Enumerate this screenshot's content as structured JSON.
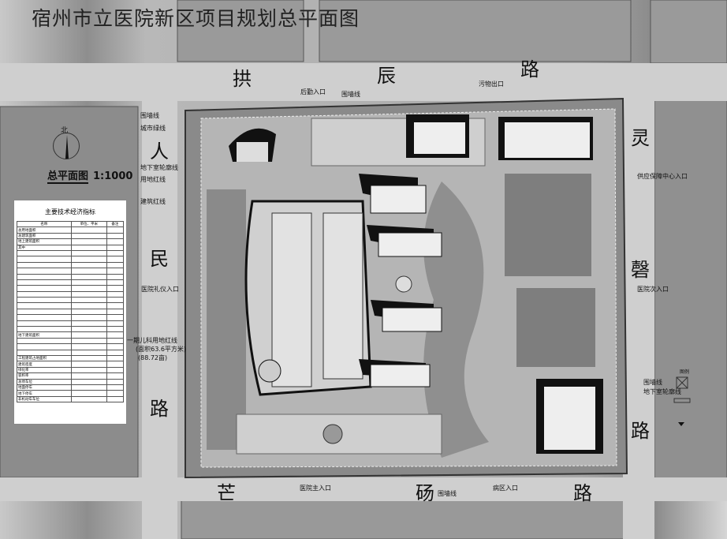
{
  "title": "宿州市立医院新区项目规划总平面图",
  "roads": {
    "north": [
      "拱",
      "辰",
      "路"
    ],
    "west": [
      "人",
      "民",
      "路"
    ],
    "east": [
      "灵",
      "磬",
      "路"
    ],
    "south": [
      "芒",
      "砀",
      "路"
    ]
  },
  "north_arrow": "北",
  "scale": {
    "label": "总平面图",
    "ratio": "1:1000"
  },
  "labels": {
    "logistics_entrance": "后勤入口",
    "wall_line_top": "围墙线",
    "waste_exit": "污物出口",
    "wall_line": "围墙线",
    "city_green_line": "城市绿线",
    "basement_outline": "地下室轮廓线",
    "land_red_line": "用地红线",
    "building_red_line": "建筑红线",
    "ceremonial_entrance": "医院礼仪入口",
    "pediatric_line": "一期儿科用地红线",
    "pediatric_area": "(面积63.6平方米)",
    "pediatric_area2": "(88.72亩)",
    "supply_center_entrance": "供应保障中心入口",
    "secondary_entrance": "医院次入口",
    "wall_line_se": "围墙线",
    "basement_outline_se": "地下室轮廓线",
    "main_entrance": "医院主入口",
    "wall_line_bottom": "围墙线",
    "emergency_entrance": "病区入口"
  },
  "legend": {
    "title": "图例"
  },
  "table": {
    "title": "主要技术经济指标",
    "headers": [
      "名称",
      "单位、平米",
      "备注"
    ],
    "rows": [
      "总用地面积",
      "总建筑面积",
      "地上建筑面积",
      "其中",
      "地下建筑面积",
      "工程建筑占地面积",
      "建筑密度",
      "绿化率",
      "容积率",
      "总停车位",
      "地面停车",
      "地下停车",
      "非机动车车位"
    ]
  },
  "colors": {
    "building": "#111111",
    "ground": "#d8d8d8",
    "green": "#7a7a7a"
  }
}
